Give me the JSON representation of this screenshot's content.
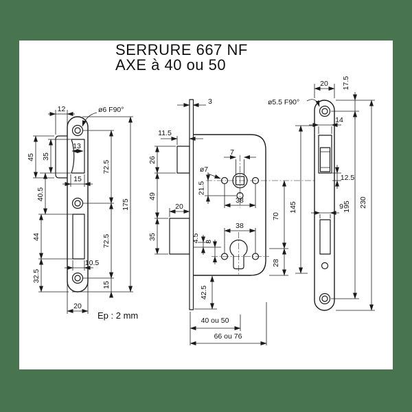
{
  "colors": {
    "background": "#497450",
    "paper": "#ffffff",
    "ink": "#1b1b1b"
  },
  "title": {
    "line1": "SERRURE 667 NF",
    "line2": "AXE à 40 ou 50"
  },
  "strike_plate": {
    "dims": {
      "lip_width": "12",
      "hole_callout": "ø6 F90°",
      "lip_height": "45",
      "latch_opening_top_width": "13",
      "latch_opening_height": "35",
      "latch_to_bolt_gap": "40.5",
      "bolt_opening_height": "44",
      "bottom_margin": "32.5",
      "latch_opening_bottom_width": "15",
      "bolt_opening_width": "10.5",
      "upper_hole_span": "72.5",
      "lower_hole_span": "72.5",
      "bottom_hole_margin": "15",
      "total_height": "175",
      "plate_width": "20",
      "thickness": "Ep : 2 mm"
    }
  },
  "lock_body": {
    "dims": {
      "faceplate_thickness": "3",
      "latch_projection": "11.5",
      "latch_height": "26",
      "latch_to_bolt": "49",
      "bolt_projection": "20",
      "bolt_height": "35",
      "spindle_square": "7",
      "hole_callout": "ø7",
      "spindle_to_hole": "21.5",
      "upper_hole_spacing": "38",
      "lower_hole_spacing": "38",
      "cylinder_offset": "4.5",
      "cylinder_hole_offset": "8",
      "faceplate_overhang": "42.5",
      "spindle_to_cylinder": "70",
      "cylinder_to_bottom": "28",
      "backset": "40 ou 50",
      "case_depth": "66 ou 76"
    }
  },
  "faceplate": {
    "dims": {
      "plate_width": "20",
      "top_to_hole": "17.5",
      "hole_callout": "ø5.5 F90°",
      "latch_opening_width": "14",
      "latch_opening_offset": "12.5",
      "bolt_opening_width": "9",
      "hole_to_cylinder_span": "145",
      "screw_hole_span": "195",
      "total_height": "230"
    }
  }
}
